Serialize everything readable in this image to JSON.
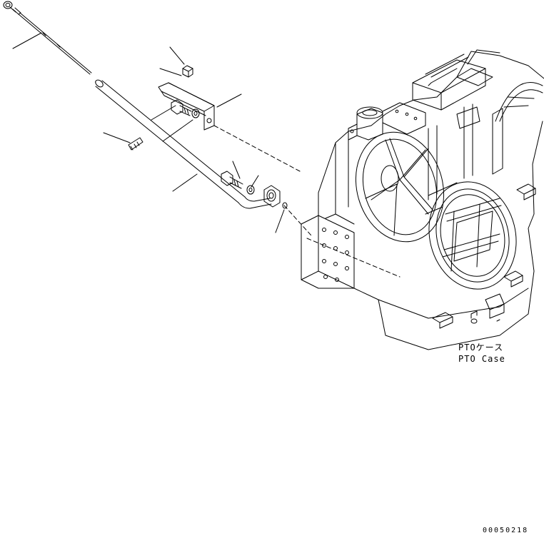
{
  "case_label": {
    "japanese": "PTOケース",
    "english": "PTO Case"
  },
  "figure_id": "00050218",
  "colors": {
    "line": "#000000",
    "background": "#ffffff"
  }
}
